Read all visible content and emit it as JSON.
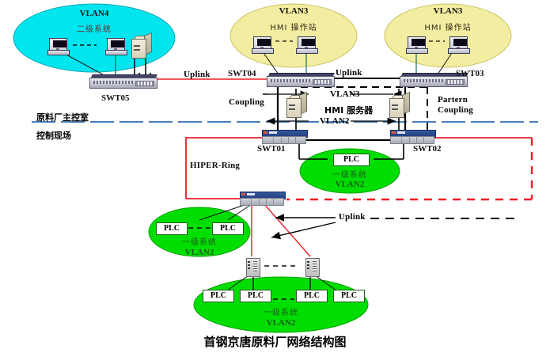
{
  "title": "首钢京唐原料厂网络结构图",
  "zones": {
    "upper_label": "原料厂主控室",
    "lower_label": "控制现场",
    "divider_color": "#4a7ebb"
  },
  "clouds": [
    {
      "id": "vlan4",
      "name": "VLAN4",
      "sub": "二级系统",
      "color": "#00e5ee",
      "border": "#0aa8b4"
    },
    {
      "id": "vlan3_left",
      "name": "VLAN3",
      "sub": "HMI 操作站",
      "color": "#f2eda0",
      "border": "#c9c264"
    },
    {
      "id": "vlan3_right",
      "name": "VLAN3",
      "sub": "HMI 操作站",
      "color": "#f2eda0",
      "border": "#c9c264"
    },
    {
      "id": "vlan2_plc_top",
      "name": "VLAN2",
      "sub": "一级系统",
      "color": "#00dd00",
      "border": "#00a300"
    },
    {
      "id": "vlan2_plc_left",
      "name": "VLAN2",
      "sub": "一级系统",
      "color": "#00dd00",
      "border": "#00a300"
    },
    {
      "id": "vlan2_plc_bottom",
      "name": "VLAN2",
      "sub": "一级系统",
      "color": "#00dd00",
      "border": "#00a300"
    }
  ],
  "switches": [
    {
      "id": "swt05",
      "label": "SWT05",
      "type": "rack"
    },
    {
      "id": "swt04",
      "label": "SWT04",
      "type": "rack"
    },
    {
      "id": "swt03",
      "label": "SWT03",
      "type": "rack"
    },
    {
      "id": "swt01",
      "label": "SWT01",
      "type": "industrial"
    },
    {
      "id": "swt02",
      "label": "SWT02",
      "type": "industrial"
    },
    {
      "id": "swt_mid",
      "label": "",
      "type": "industrial"
    }
  ],
  "link_labels": {
    "uplink_top": "Uplink",
    "uplink_mid": "Uplink",
    "uplink_low": "Uplink",
    "coupling": "Coupling",
    "partern_coupling_line1": "Partern",
    "partern_coupling_line2": "Coupling",
    "vlan3_trunk": "VLAN3",
    "vlan2_trunk": "VLAN2",
    "hiper_ring": "HIPER-Ring"
  },
  "servers": {
    "hmi_label": "HMI 服务器"
  },
  "plc_label": "PLC",
  "plc_groups": {
    "top": [
      "PLC"
    ],
    "left": [
      "PLC",
      "PLC"
    ],
    "bottom": [
      "PLC",
      "PLC",
      "PLC",
      "PLC"
    ]
  },
  "colors": {
    "ring_red": "#ee1c25",
    "trunk_black": "#000000",
    "divider_blue": "#4a7ebb"
  }
}
